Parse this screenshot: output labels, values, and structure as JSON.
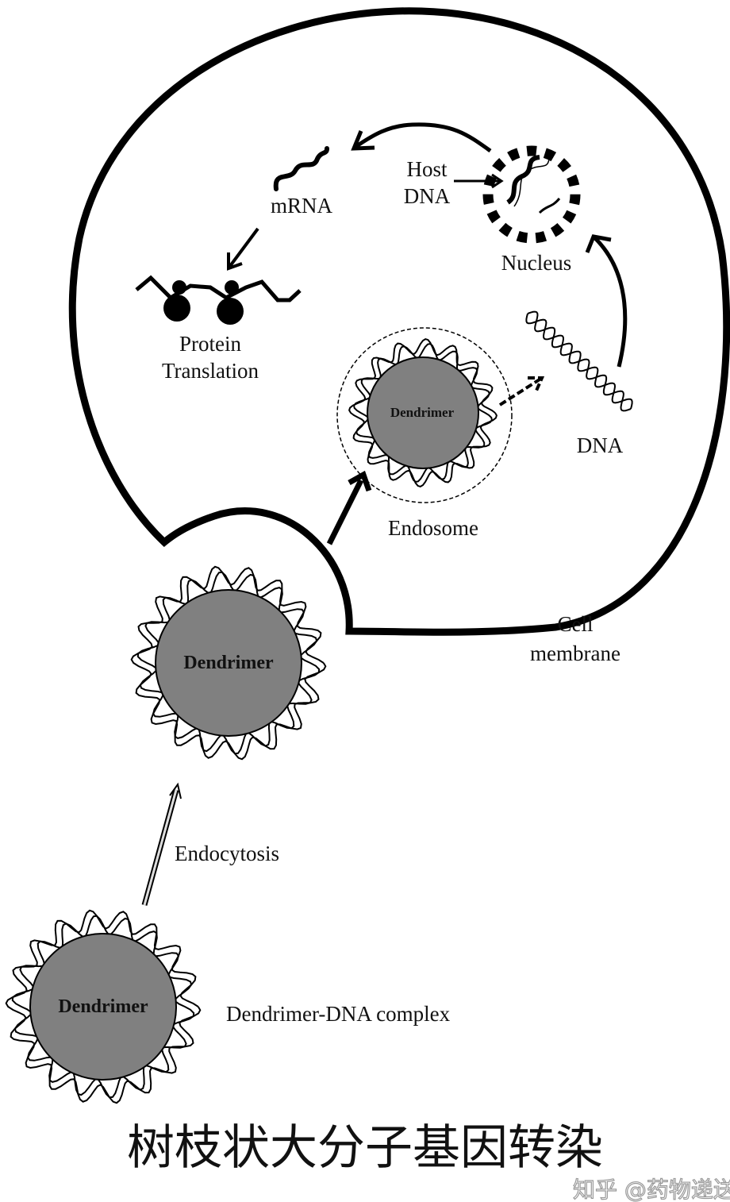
{
  "labels": {
    "host_dna": [
      "Host",
      "DNA"
    ],
    "mrna": "mRNA",
    "nucleus": "Nucleus",
    "protein_translation": [
      "Protein",
      "Translation"
    ],
    "dna": "DNA",
    "endosome": "Endosome",
    "cell_membrane": [
      "Cell",
      "membrane"
    ],
    "endocytosis": "Endocytosis",
    "complex": "Dendrimer-DNA complex",
    "dendrimer": "Dendrimer"
  },
  "caption": "树枝状大分子基因转染",
  "watermark": "知乎 @药物递送",
  "colors": {
    "dendrimer_fill": "#808080",
    "outline": "#000000"
  }
}
